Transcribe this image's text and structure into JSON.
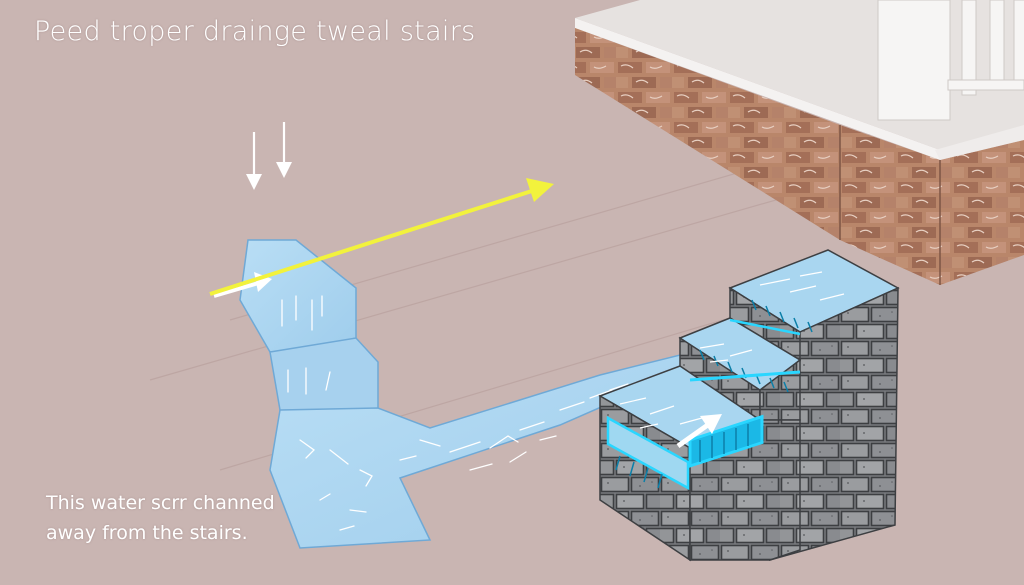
{
  "title": "Peed troper drainge tweal stairs",
  "caption": {
    "line1": "This water scrr channed",
    "line2": "away from the stairs."
  },
  "colors": {
    "background": "#c9b5b2",
    "water": "#a9d3ef",
    "water_edge": "#6fa9d6",
    "brick": "#a9765d",
    "concrete": "#8d8f92",
    "yellow_arrow": "#f2f23c",
    "glow": "#29d6ff"
  },
  "icons": [
    "down-arrow-icon",
    "flow-arrow-icon",
    "direction-arrow-icon"
  ]
}
